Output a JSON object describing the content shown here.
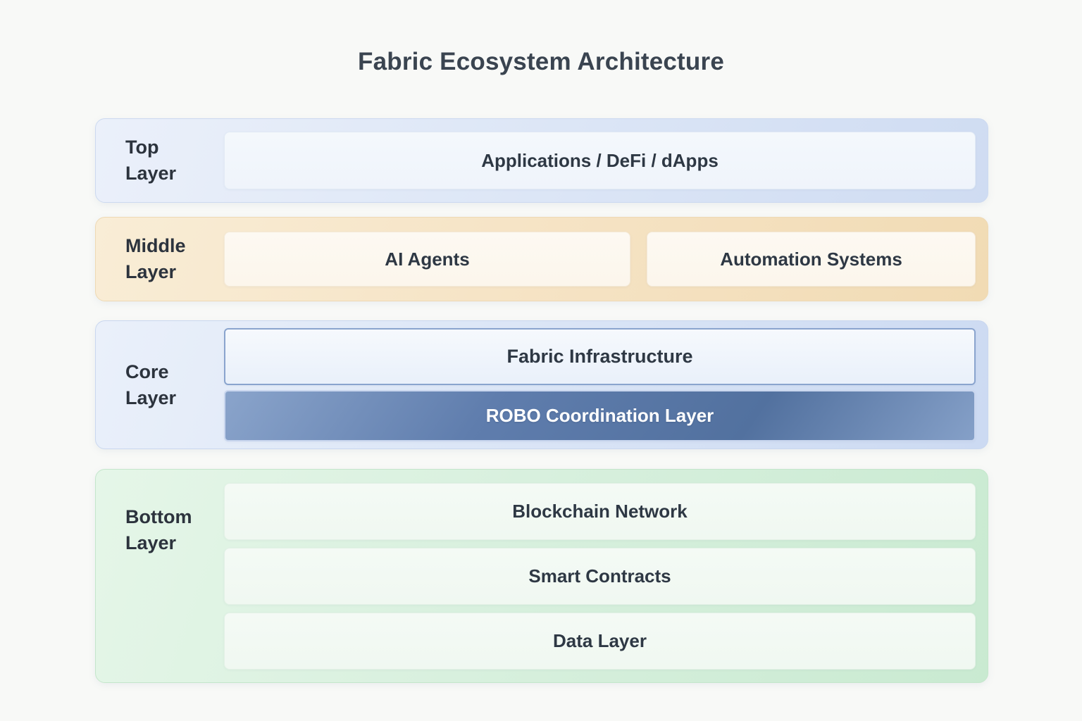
{
  "title": "Fabric Ecosystem Architecture",
  "layers": [
    {
      "id": "top",
      "label": "Top Layer",
      "boxes": [
        {
          "label": "Applications / DeFi / dApps"
        }
      ]
    },
    {
      "id": "middle",
      "label": "Middle Layer",
      "boxes": [
        {
          "label": "AI Agents"
        },
        {
          "label": "Automation Systems"
        }
      ]
    },
    {
      "id": "core",
      "label": "Core Layer",
      "boxes": [
        {
          "label": "Fabric Infrastructure"
        },
        {
          "label": "ROBO Coordination Layer"
        }
      ]
    },
    {
      "id": "bottom",
      "label": "Bottom Layer",
      "boxes": [
        {
          "label": "Blockchain Network"
        },
        {
          "label": "Smart Contracts"
        },
        {
          "label": "Data Layer"
        }
      ]
    }
  ],
  "palette": {
    "page_background": "#f8f9f7",
    "title_text": "#3a4450",
    "band_blue": "#dfe8f7",
    "band_orange": "#f6e4c6",
    "band_green": "#d8f0de",
    "node_text": "#2e3844",
    "robo_fill": "#5f7dad",
    "robo_text": "#ffffff",
    "fabric_border": "#8aa4ce"
  }
}
